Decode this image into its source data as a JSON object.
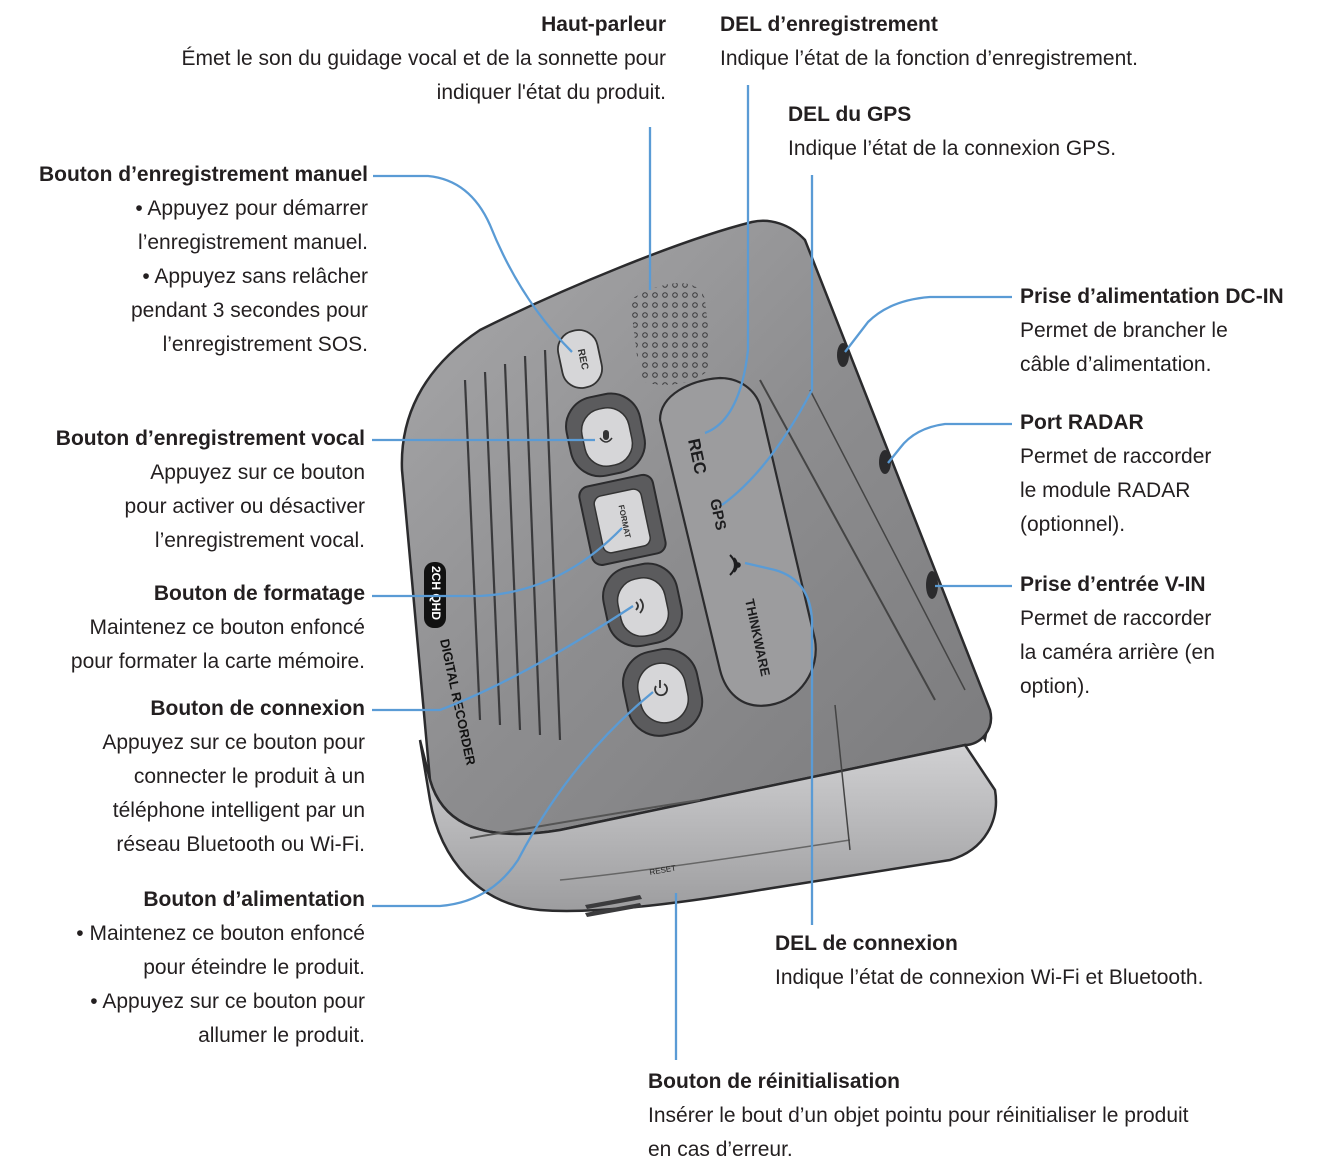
{
  "colors": {
    "leader": "#5a9bd5",
    "body_dark": "#6e6e70",
    "body_mid": "#8e8e90",
    "body_light": "#c9c9cb",
    "button_face": "#d6d6d8",
    "text": "#231f20"
  },
  "device": {
    "rec_button": "REC",
    "format_button": "FORMAT",
    "rec_led": "REC",
    "gps_led": "GPS",
    "brand": "THINKWARE",
    "side_badge": "2CH QHD",
    "side_text": "DIGITAL RECORDER",
    "reset_mark": "RESET",
    "mic_icon": "microphone-icon",
    "wifi_icon": "wifi-icon",
    "power_icon": "power-icon"
  },
  "callouts": {
    "speaker": {
      "title": "Haut-parleur",
      "desc": "Émet le son du guidage vocal et de la sonnette pour\nindiquer l'état du produit."
    },
    "rec_led": {
      "title": "DEL d’enregistrement",
      "desc": "Indique l’état de la fonction d’enregistrement."
    },
    "gps_led": {
      "title": "DEL du GPS",
      "desc": "Indique l’état de la connexion GPS."
    },
    "manual_rec": {
      "title": "Bouton d’enregistrement manuel",
      "desc": "• Appuyez pour démarrer\nl’enregistrement manuel.\n• Appuyez sans relâcher\npendant 3 secondes pour\nl’enregistrement SOS."
    },
    "dc_in": {
      "title": "Prise d’alimentation DC-IN",
      "desc": "Permet de brancher le\ncâble d’alimentation."
    },
    "radar": {
      "title": "Port RADAR",
      "desc": "Permet de raccorder\nle module RADAR\n(optionnel)."
    },
    "voice_rec": {
      "title": "Bouton d’enregistrement vocal",
      "desc": "Appuyez sur ce bouton\npour activer ou désactiver\nl’enregistrement vocal."
    },
    "v_in": {
      "title": "Prise d’entrée V-IN",
      "desc": "Permet de raccorder\nla caméra arrière (en\noption)."
    },
    "format": {
      "title": "Bouton de formatage",
      "desc": "Maintenez ce bouton enfoncé\npour formater la carte mémoire."
    },
    "connection": {
      "title": "Bouton de connexion",
      "desc": "Appuyez sur ce bouton pour\nconnecter le produit à un\ntéléphone intelligent par un\nréseau Bluetooth ou Wi-Fi."
    },
    "power": {
      "title": "Bouton d’alimentation",
      "desc": "• Maintenez ce bouton enfoncé\npour éteindre le produit.\n• Appuyez sur ce bouton pour\nallumer le produit."
    },
    "conn_led": {
      "title": "DEL de connexion",
      "desc": "Indique l’état de connexion Wi-Fi et Bluetooth."
    },
    "reset": {
      "title": "Bouton de réinitialisation",
      "desc": "Insérer le bout d’un objet pointu pour réinitialiser le produit\nen cas d’erreur."
    }
  }
}
